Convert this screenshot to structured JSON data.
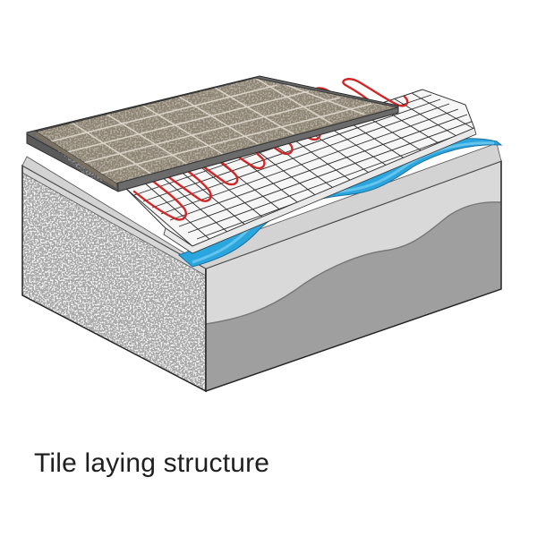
{
  "caption": "Tile laying structure",
  "layers": [
    {
      "name": "tile",
      "color": "#8d8372"
    },
    {
      "name": "tile-adhesive",
      "color": "#6b6b6b"
    },
    {
      "name": "heating-mat",
      "color": "#f4f4f4"
    },
    {
      "name": "heating-cable",
      "color": "#d12626"
    },
    {
      "name": "waterproof-membrane",
      "color": "#2aa6df"
    },
    {
      "name": "screed",
      "color": "#dcdcdc"
    },
    {
      "name": "concrete-base",
      "color": "#9c9c9c"
    }
  ]
}
